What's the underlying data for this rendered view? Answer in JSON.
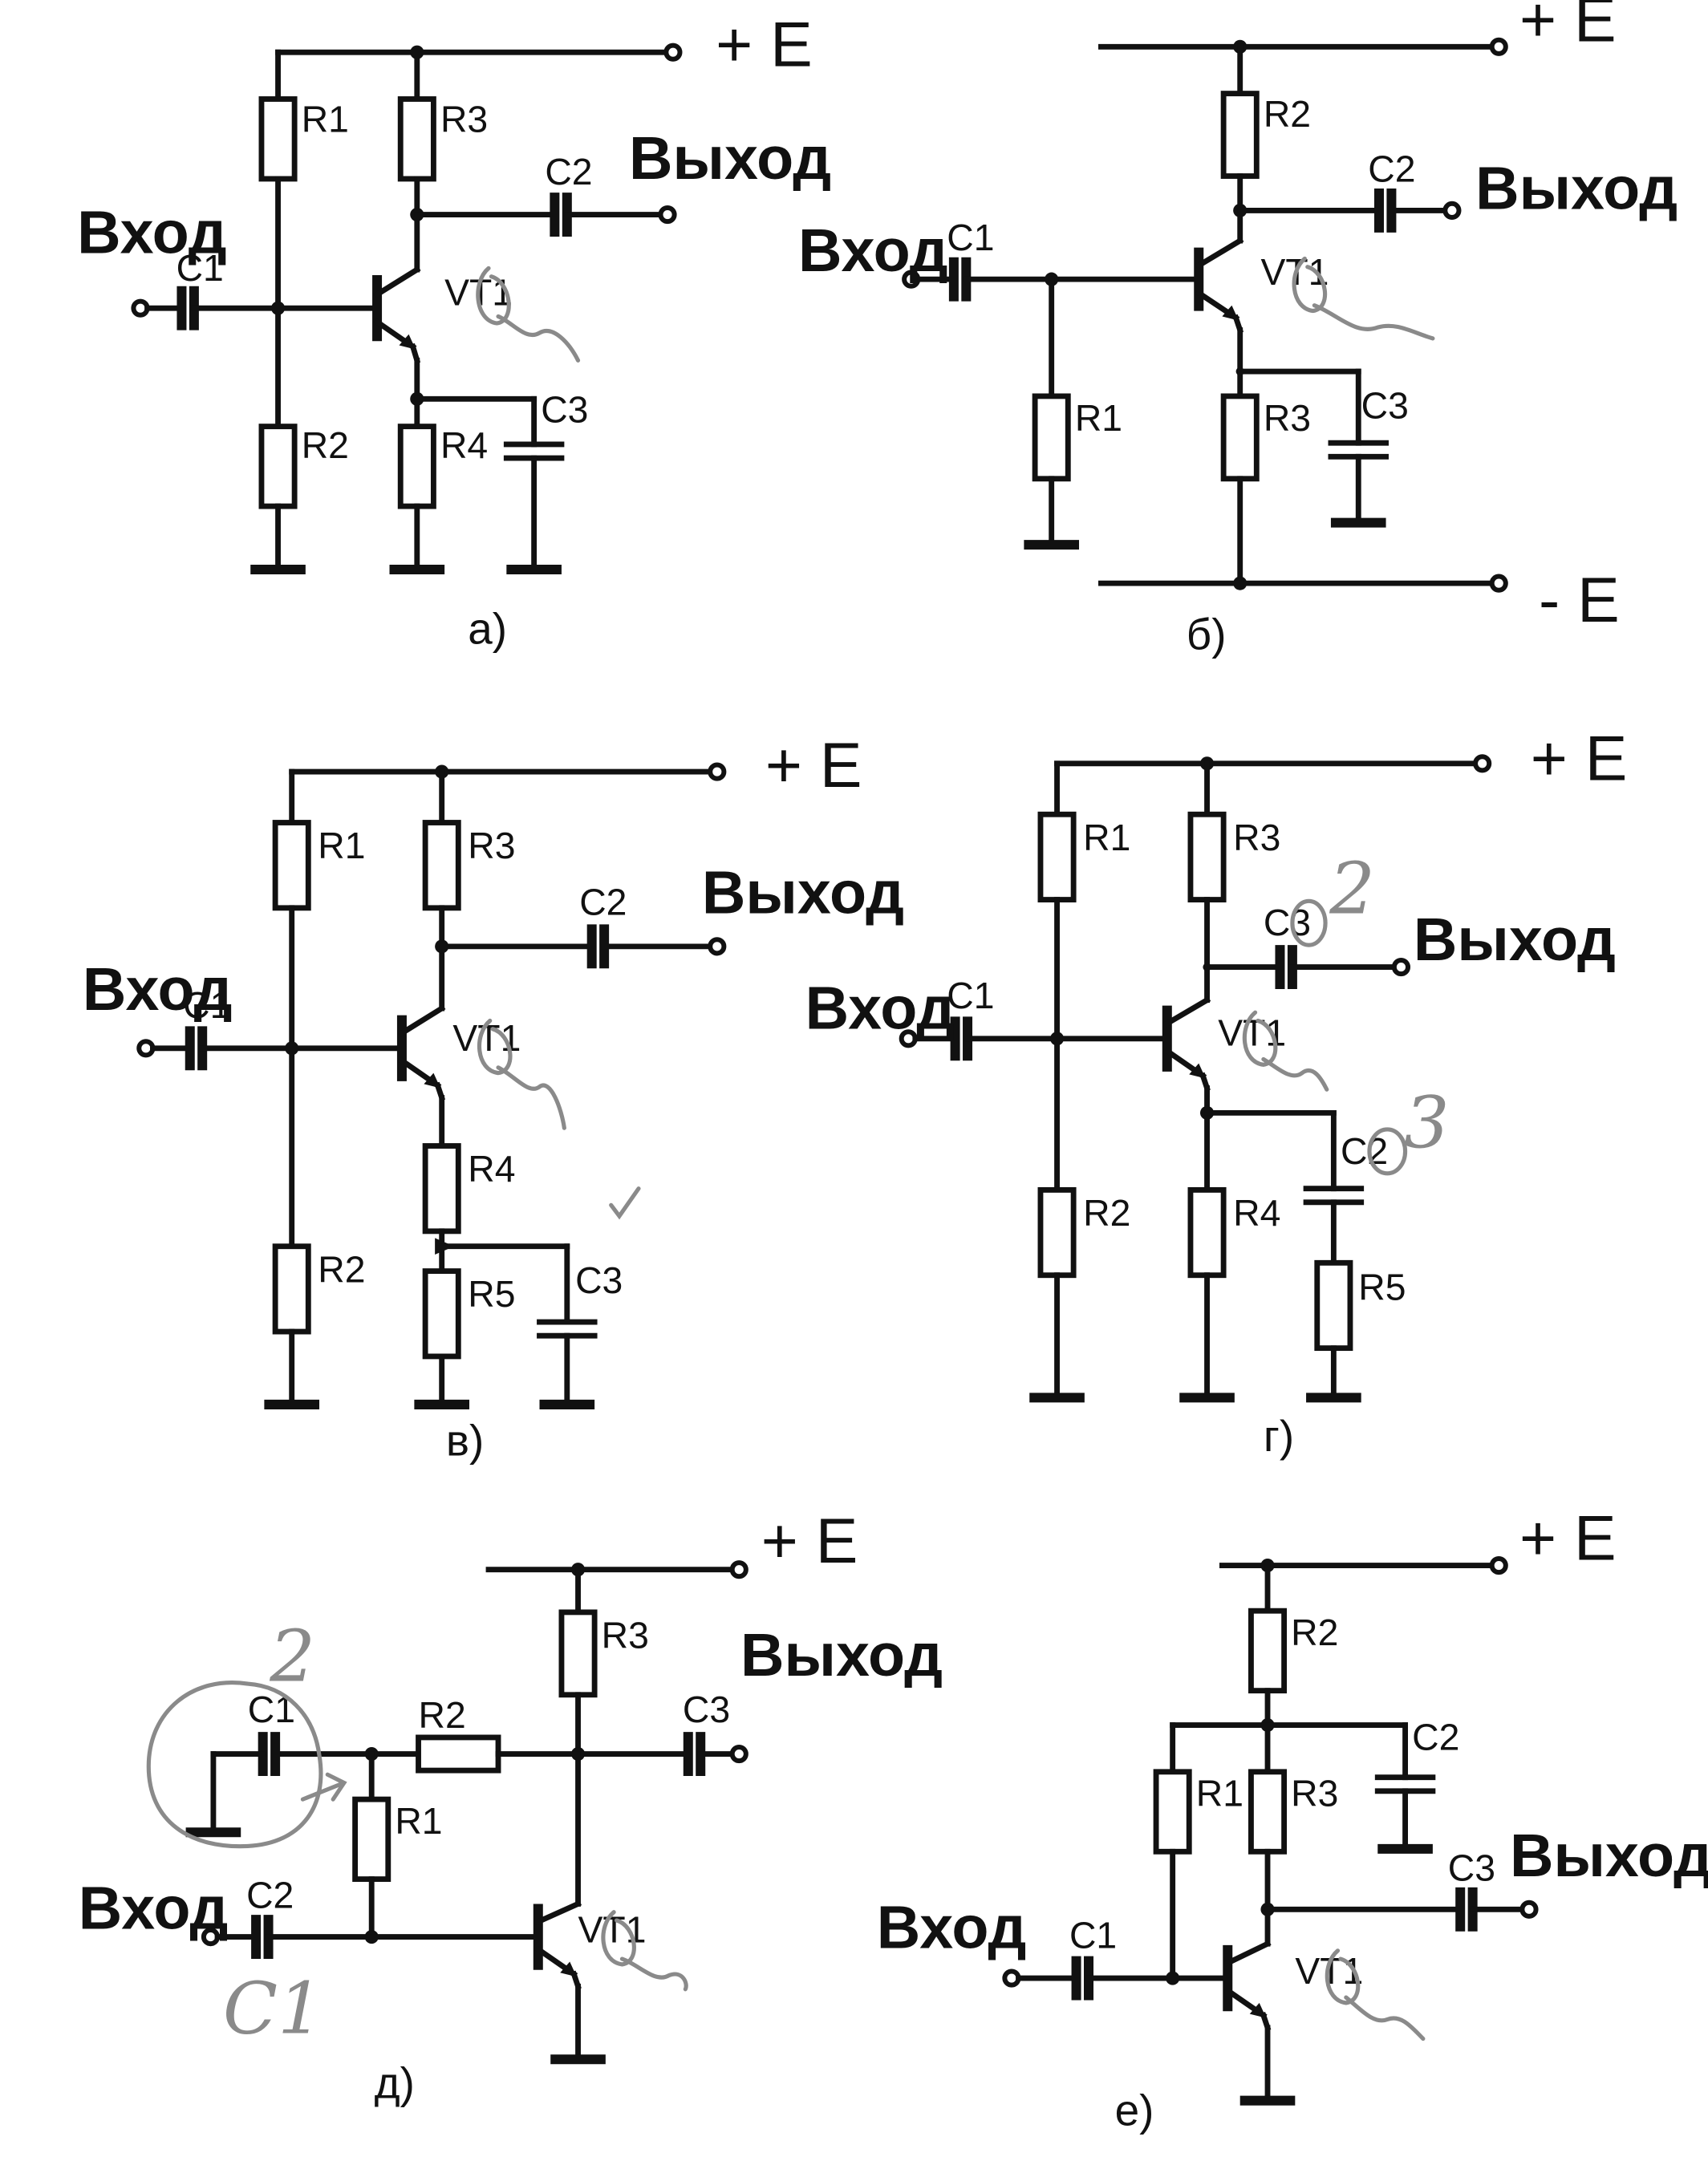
{
  "circuits": {
    "a": {
      "caption": "а)",
      "power_pos": "+ E",
      "input": "Вход",
      "output": "Выход",
      "transistor": "VT1",
      "resistors": [
        "R1",
        "R2",
        "R3",
        "R4"
      ],
      "capacitors": [
        "C1",
        "C2",
        "C3"
      ]
    },
    "b": {
      "caption": "б)",
      "power_pos": "+ E",
      "power_neg": "- E",
      "input": "Вход",
      "output": "Выход",
      "transistor": "VT1",
      "resistors": [
        "R1",
        "R2",
        "R3"
      ],
      "capacitors": [
        "C1",
        "C2",
        "C3"
      ]
    },
    "v": {
      "caption": "в)",
      "power_pos": "+ E",
      "input": "Вход",
      "output": "Выход",
      "transistor": "VT1",
      "resistors": [
        "R1",
        "R2",
        "R3",
        "R4",
        "R5"
      ],
      "capacitors": [
        "C1",
        "C2",
        "C3"
      ]
    },
    "g": {
      "caption": "г)",
      "power_pos": "+ E",
      "input": "Вход",
      "output": "Выход",
      "transistor": "VT1",
      "resistors": [
        "R1",
        "R2",
        "R3",
        "R4",
        "R5"
      ],
      "capacitors": [
        "C1",
        "C3",
        "C2"
      ]
    },
    "d": {
      "caption": "д)",
      "power_pos": "+ E",
      "input": "Вход",
      "output": "Выход",
      "transistor": "VT1",
      "resistors": [
        "R1",
        "R2",
        "R3"
      ],
      "capacitors": [
        "C1",
        "C2",
        "C3"
      ]
    },
    "e": {
      "caption": "е)",
      "power_pos": "+ E",
      "input": "Вход",
      "output": "Выход",
      "transistor": "VT1",
      "resistors": [
        "R1",
        "R2",
        "R3"
      ],
      "capacitors": [
        "C1",
        "C2",
        "C3"
      ]
    }
  },
  "annotations": {
    "g_c3_mark": "2",
    "g_c2_mark": "3",
    "d_c1_mark": "2",
    "d_c2_mark": "C1"
  }
}
